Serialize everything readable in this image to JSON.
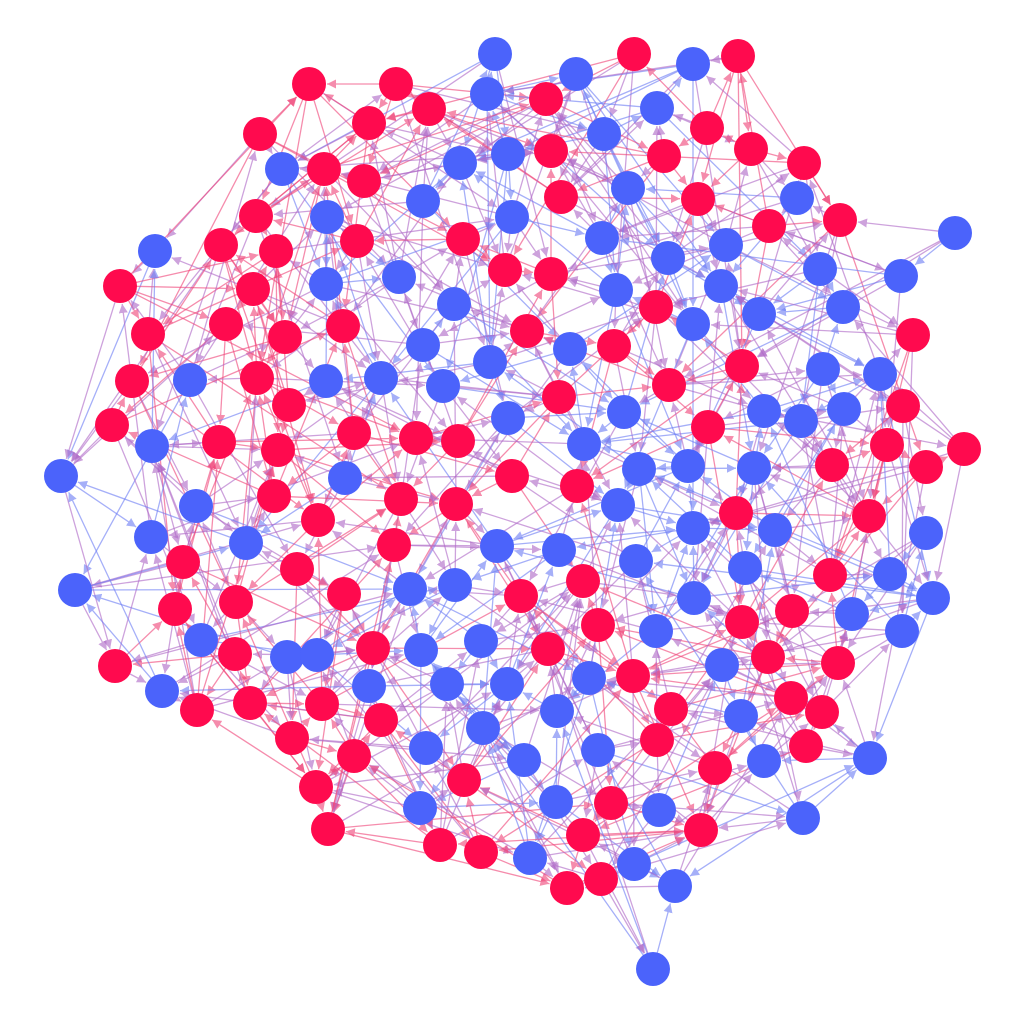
{
  "graph": {
    "type": "directed-network",
    "background": "#ffffff",
    "colors": {
      "red_group": "#ff0a4e",
      "blue_group": "#4b63fb",
      "edge_red": "#f0467a",
      "edge_blue": "#6f7ff5",
      "edge_mixed": "#b06ac8"
    },
    "groups": [
      "red",
      "blue"
    ],
    "node_count_estimate": 260,
    "edge_count_estimate": 1300,
    "labels_shown": false
  }
}
